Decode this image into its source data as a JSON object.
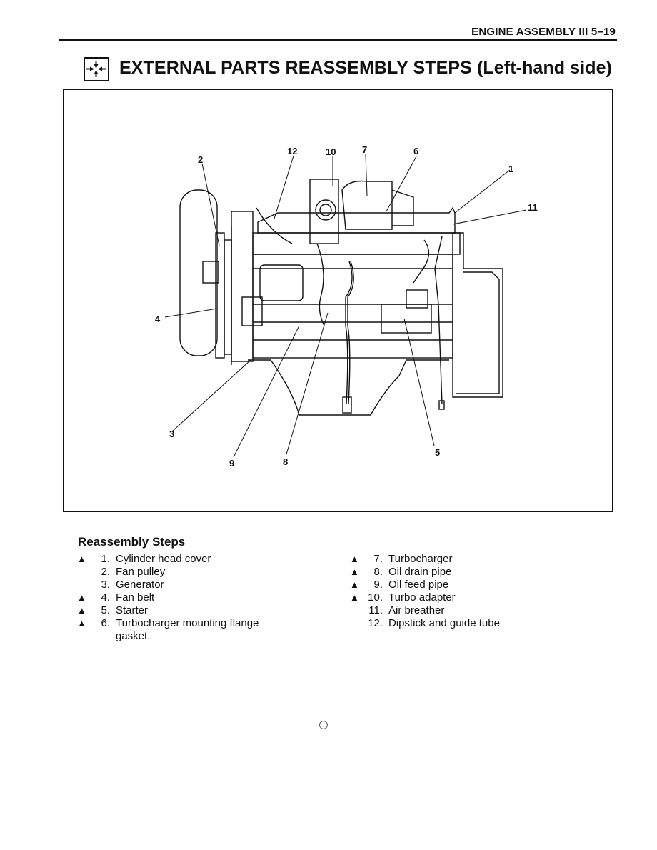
{
  "header": {
    "title": "ENGINE ASSEMBLY III 5–19"
  },
  "section": {
    "title": "EXTERNAL PARTS REASSEMBLY STEPS (Left-hand side)",
    "icon": "reassembly-arrows-icon"
  },
  "figure": {
    "callouts": {
      "c1": "1",
      "c2": "2",
      "c3": "3",
      "c4": "4",
      "c5": "5",
      "c6": "6",
      "c7": "7",
      "c8": "8",
      "c9": "9",
      "c10": "10",
      "c11": "11",
      "c12": "12"
    }
  },
  "steps": {
    "heading": "Reassembly Steps",
    "left": [
      {
        "mark": "▲",
        "num": "1.",
        "text": "Cylinder head cover"
      },
      {
        "mark": "",
        "num": "2.",
        "text": "Fan pulley"
      },
      {
        "mark": "",
        "num": "3.",
        "text": "Generator"
      },
      {
        "mark": "▲",
        "num": "4.",
        "text": "Fan belt"
      },
      {
        "mark": "▲",
        "num": "5.",
        "text": "Starter"
      },
      {
        "mark": "▲",
        "num": "6.",
        "text": "Turbocharger mounting flange gasket."
      }
    ],
    "right": [
      {
        "mark": "▲",
        "num": "7.",
        "text": "Turbocharger"
      },
      {
        "mark": "▲",
        "num": "8.",
        "text": "Oil drain pipe"
      },
      {
        "mark": "▲",
        "num": "9.",
        "text": "Oil feed pipe"
      },
      {
        "mark": "▲",
        "num": "10.",
        "text": "Turbo adapter"
      },
      {
        "mark": "",
        "num": "11.",
        "text": "Air breather"
      },
      {
        "mark": "",
        "num": "12.",
        "text": "Dipstick and guide tube"
      }
    ]
  }
}
